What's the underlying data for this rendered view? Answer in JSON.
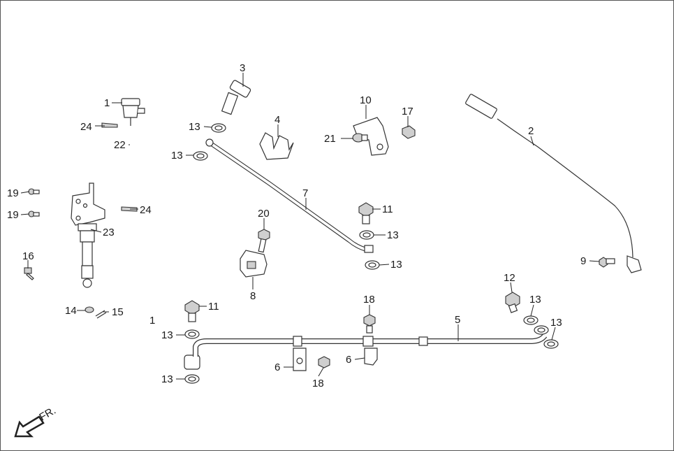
{
  "diagram": {
    "direction_label": "FR.",
    "callouts": {
      "c1": "1",
      "c1b": "1",
      "c2": "2",
      "c3": "3",
      "c4": "4",
      "c5": "5",
      "c6a": "6",
      "c6b": "6",
      "c7": "7",
      "c8": "8",
      "c9": "9",
      "c10": "10",
      "c11a": "11",
      "c11b": "11",
      "c12": "12",
      "c13a": "13",
      "c13b": "13",
      "c13c": "13",
      "c13d": "13",
      "c13e": "13",
      "c13f": "13",
      "c13g": "13",
      "c13h": "13",
      "c14": "14",
      "c15": "15",
      "c16": "16",
      "c17": "17",
      "c18a": "18",
      "c18b": "18",
      "c19a": "19",
      "c19b": "19",
      "c20": "20",
      "c21": "21",
      "c22": "22",
      "c23": "23",
      "c24a": "24",
      "c24b": "24"
    }
  }
}
